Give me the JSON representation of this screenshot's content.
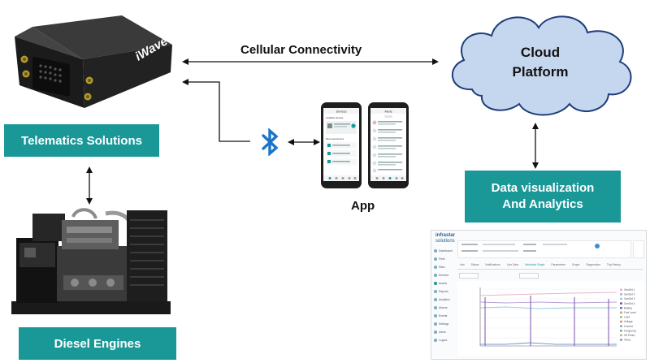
{
  "device": {
    "brand": "iWave"
  },
  "labels": {
    "telematics": "Telematics Solutions",
    "diesel": "Diesel Engines",
    "cellular": "Cellular Connectivity",
    "cloud_line1": "Cloud",
    "cloud_line2": "Platform",
    "app": "App",
    "dataviz_line1": "Data visualization",
    "dataviz_line2": "And Analytics"
  },
  "colors": {
    "teal": "#1a9898",
    "cloud_fill": "#c5d7ee",
    "cloud_stroke": "#1f3d7a",
    "bluetooth": "#1b74c9"
  },
  "phones": {
    "left": {
      "title": "Devices",
      "section1": "Available devices",
      "section2": "Removed devices"
    },
    "right": {
      "title": "Alerts"
    }
  },
  "dashboard": {
    "logo_line1": "infrastar",
    "logo_line2": "solutions",
    "nav_items": [
      "Dashboard",
      "Fleet",
      "Sites",
      "Devices",
      "Assets",
      "Reports",
      "Analytics",
      "Alarms",
      "Events",
      "Settings",
      "Users",
      "Logout"
    ],
    "tabs": [
      "Info",
      "Status",
      "Notifications",
      "Live Data",
      "Historical Graph",
      "Parameters",
      "Graph",
      "Diagnostics",
      "Trip History"
    ],
    "legend": [
      "GenSet 1",
      "GenSet 2",
      "GenSet 3",
      "GenSet 4",
      "Battery",
      "Fuel Level",
      "Load",
      "Voltage",
      "Current",
      "Frequency",
      "Oil Press.",
      "Temp."
    ]
  }
}
